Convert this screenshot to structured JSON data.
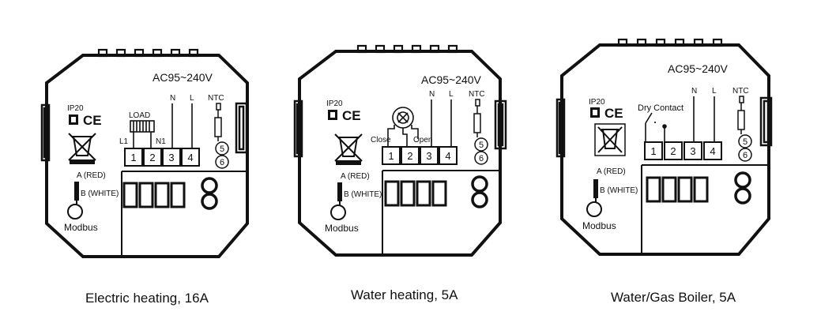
{
  "diagrams": [
    {
      "voltage": "AC95~240V",
      "ip_rating": "IP20",
      "ce_mark": "CE",
      "terminals": [
        "1",
        "2",
        "3",
        "4"
      ],
      "ntc_terminals": [
        "5",
        "6"
      ],
      "label_n": "N",
      "label_l": "L",
      "label_ntc": "NTC",
      "label_load": "LOAD",
      "label_l1": "L1",
      "label_n1": "N1",
      "label_a": "A (RED)",
      "label_b": "B (WHITE)",
      "label_modbus": "Modbus",
      "caption": "Electric heating, 16A"
    },
    {
      "voltage": "AC95~240V",
      "ip_rating": "IP20",
      "ce_mark": "CE",
      "terminals": [
        "1",
        "2",
        "3",
        "4"
      ],
      "ntc_terminals": [
        "5",
        "6"
      ],
      "label_n": "N",
      "label_l": "L",
      "label_ntc": "NTC",
      "label_close": "Close",
      "label_open": "Open",
      "label_a": "A (RED)",
      "label_b": "B (WHITE)",
      "label_modbus": "Modbus",
      "caption": "Water heating, 5A"
    },
    {
      "voltage": "AC95~240V",
      "ip_rating": "IP20",
      "ce_mark": "CE",
      "terminals": [
        "1",
        "2",
        "3",
        "4"
      ],
      "ntc_terminals": [
        "5",
        "6"
      ],
      "label_n": "N",
      "label_l": "L",
      "label_ntc": "NTC",
      "label_dry": "Dry Contact",
      "label_a": "A (RED)",
      "label_b": "B (WHITE)",
      "label_modbus": "Modbus",
      "caption": "Water/Gas Boiler, 5A"
    }
  ]
}
